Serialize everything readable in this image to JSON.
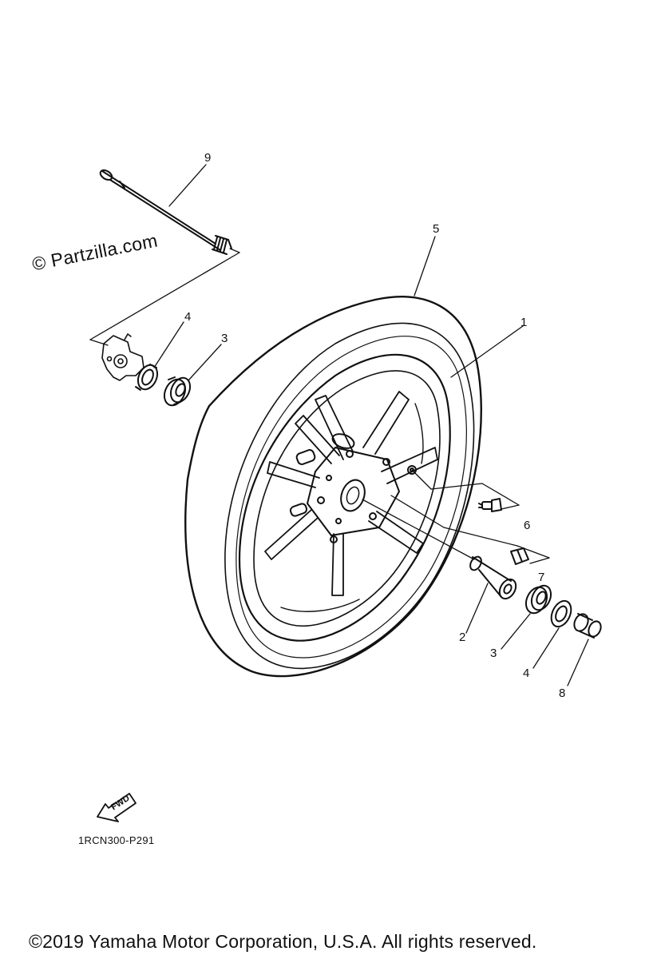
{
  "watermark": "© Partzilla.com",
  "diagram_code": "1RCN300-P291",
  "fwd_label": "FWD",
  "copyright": "©2019  Yamaha Motor Corporation, U.S.A. All rights reserved.",
  "callouts": {
    "c9": "9",
    "c5": "5",
    "c4_left": "4",
    "c3_left": "3",
    "c1": "1",
    "c6": "6",
    "c7": "7",
    "c2": "2",
    "c3_right": "3",
    "c4_right": "4",
    "c8": "8"
  }
}
